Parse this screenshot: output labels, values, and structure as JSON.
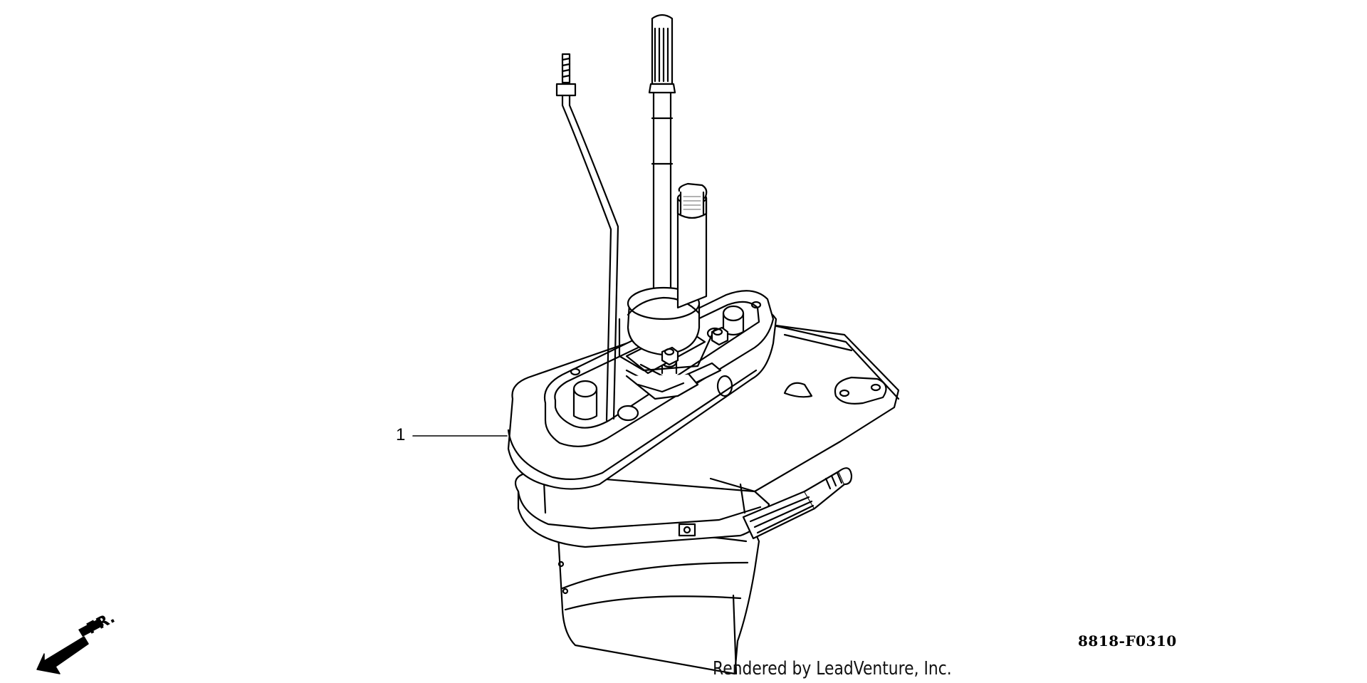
{
  "diagram": {
    "callouts": [
      {
        "number": "1"
      }
    ],
    "direction_indicator": {
      "label": "FR.",
      "icon": "front-direction-arrow-icon"
    },
    "catalog_code": "8818-F0310",
    "credit": "Rendered by LeadVenture, Inc."
  }
}
